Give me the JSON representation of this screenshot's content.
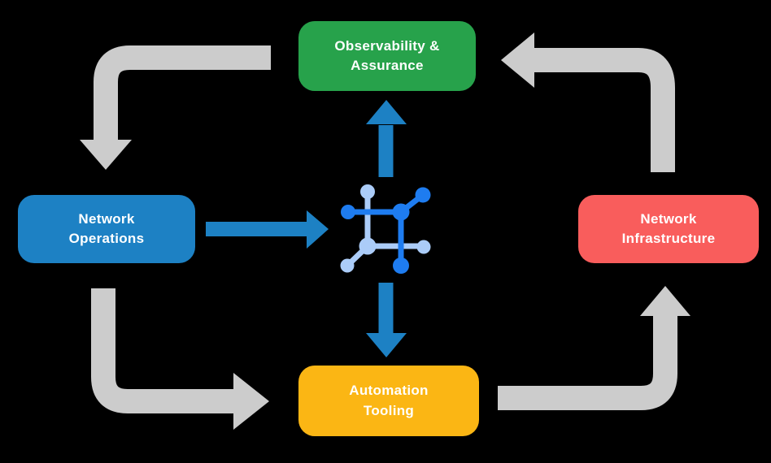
{
  "background": "#000000",
  "nodes": {
    "observability": {
      "label": "Observability &\nAssurance",
      "color": "#27a24b"
    },
    "operations": {
      "label": "Network\nOperations",
      "color": "#1d81c4"
    },
    "infrastructure": {
      "label": "Network\nInfrastructure",
      "color": "#f95d5c"
    },
    "automation": {
      "label": "Automation\nTooling",
      "color": "#fbb614"
    }
  },
  "center_icon": {
    "name": "network-grid-icon",
    "dark_color": "#1e7cf0",
    "light_color": "#abccf8"
  },
  "arrows": {
    "gray_color": "#cccccc",
    "blue_color": "#1d81c4",
    "flow": [
      {
        "from": "observability",
        "to": "operations",
        "style": "gray-cycle"
      },
      {
        "from": "operations",
        "to": "automation",
        "style": "gray-cycle"
      },
      {
        "from": "automation",
        "to": "infrastructure",
        "style": "gray-cycle"
      },
      {
        "from": "infrastructure",
        "to": "observability",
        "style": "gray-cycle"
      },
      {
        "from": "operations",
        "to": "center-icon",
        "style": "blue"
      },
      {
        "from": "center-icon",
        "to": "observability",
        "style": "blue"
      },
      {
        "from": "center-icon",
        "to": "automation",
        "style": "blue"
      }
    ]
  }
}
